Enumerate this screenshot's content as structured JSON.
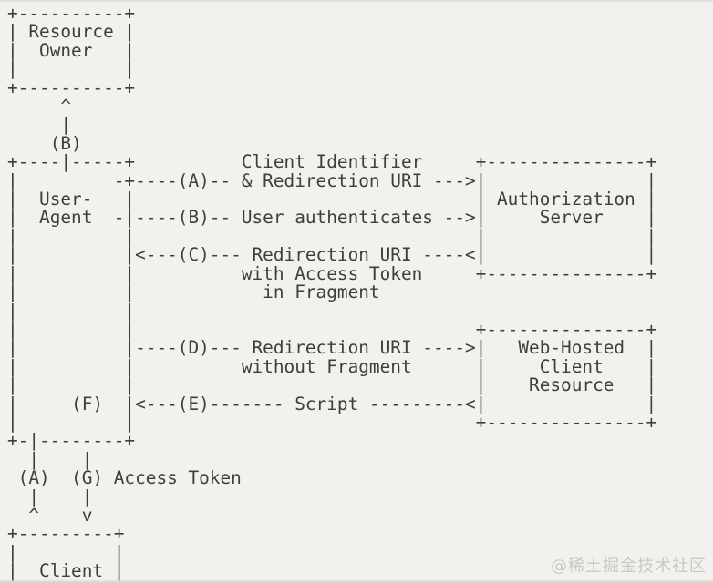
{
  "diagram": {
    "type": "ascii-flow-diagram",
    "lines": [
      "+----------+",
      "| Resource |",
      "|  Owner   |",
      "|          |",
      "+----------+",
      "     ^",
      "     |",
      "    (B)",
      "+----|-----+          Client Identifier     +---------------+",
      "|         -+----(A)-- & Redirection URI --->|               |",
      "|  User-   |                                | Authorization |",
      "|  Agent  -|----(B)-- User authenticates -->|     Server    |",
      "|          |                                |               |",
      "|          |<---(C)--- Redirection URI ----<|               |",
      "|          |          with Access Token     +---------------+",
      "|          |            in Fragment",
      "|          |",
      "|          |                                +---------------+",
      "|          |----(D)--- Redirection URI ---->|   Web-Hosted  |",
      "|          |          without Fragment      |     Client    |",
      "|          |                                |    Resource   |",
      "|     (F)  |<---(E)------- Script ---------<|               |",
      "|          |                                +---------------+",
      "+-|--------+",
      "  |    |",
      " (A)  (G) Access Token",
      "  |    |",
      "  ^    v",
      "+---------+",
      "|         |",
      "|  Client |"
    ],
    "entities": [
      "Resource Owner",
      "User-Agent",
      "Authorization Server",
      "Web-Hosted Client Resource",
      "Client"
    ],
    "steps": [
      {
        "label": "(A)",
        "text": "Client Identifier & Redirection URI"
      },
      {
        "label": "(B)",
        "text": "User authenticates"
      },
      {
        "label": "(C)",
        "text": "Redirection URI with Access Token in Fragment"
      },
      {
        "label": "(D)",
        "text": "Redirection URI without Fragment"
      },
      {
        "label": "(E)",
        "text": "Script"
      },
      {
        "label": "(G)",
        "text": "Access Token"
      }
    ],
    "colors": {
      "background": "#f1f1ee",
      "text": "#3e3e3c",
      "watermark": "#c9c9c5"
    }
  },
  "watermark": {
    "text": "@稀土掘金技术社区"
  }
}
